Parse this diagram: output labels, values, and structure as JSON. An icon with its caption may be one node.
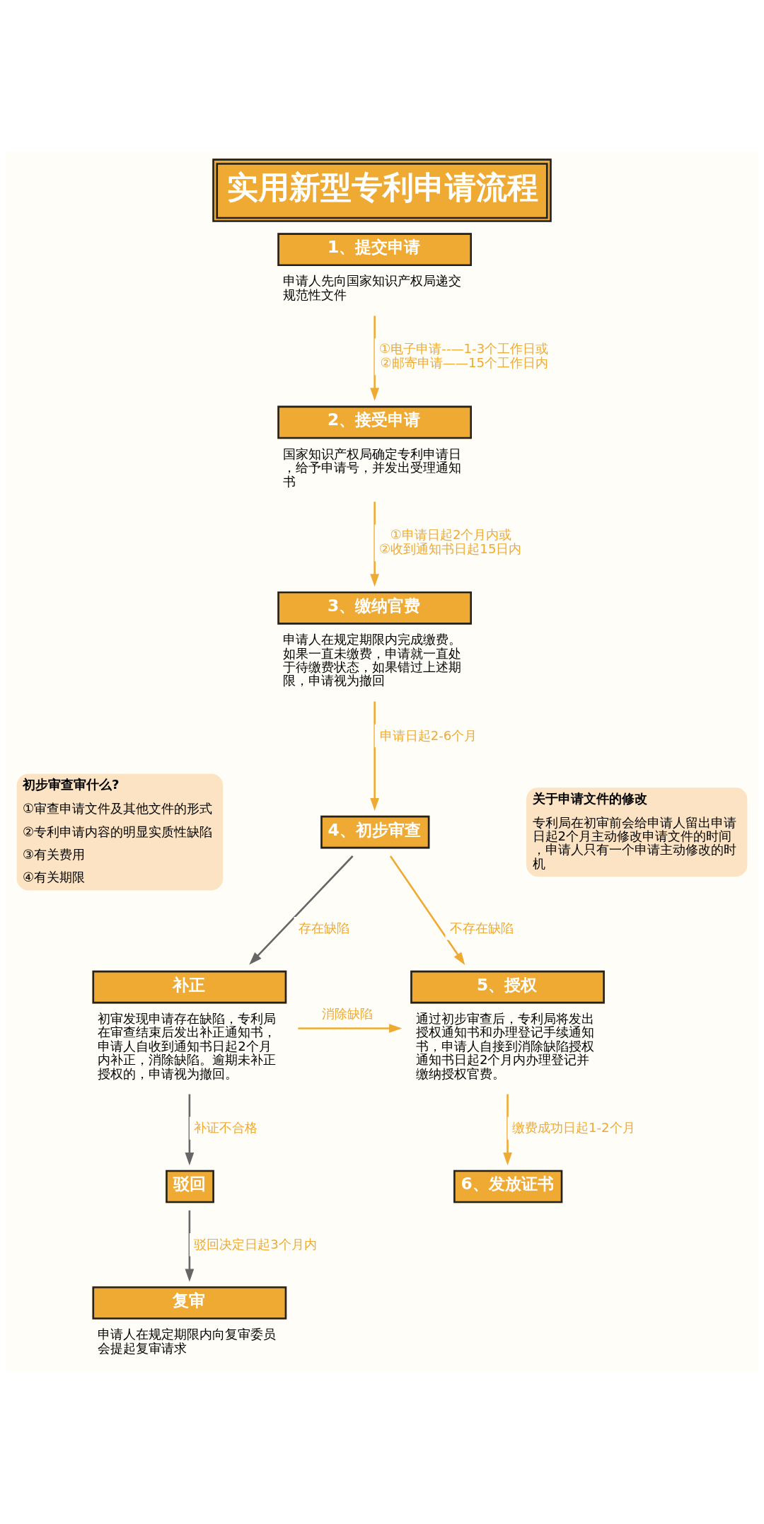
{
  "diagram": {
    "title": "实用新型专利申请流程",
    "nodes": [
      {
        "text": [
          "1、提交申请",
          "申请人先向国家知识产权局递交规范性文件"
        ]
      },
      {
        "text": [
          "2、接受申请",
          "国家知识产权局确定专利申请日，给予申请号，并发出受理通知书"
        ]
      },
      {
        "text": [
          "3、缴纳官费",
          "申请人在规定期限内完成缴费。如果一直未缴费，申请就一直处于待缴费状态，如果错过上述期限，申请视为撤回"
        ]
      },
      {
        "text": [
          "4、初步审查"
        ]
      },
      {
        "text": [
          "初步审查审什么?",
          "①审查申请文件及其他文件的形式",
          "②专利申请内容的明显实质性缺陷",
          "③有关费用",
          "④有关期限"
        ]
      },
      {
        "text": [
          "关于申请文件的修改",
          "专利局在初审前会给申请人留出申请日起2个月主动修改申请文件的时间，申请人只有一个申请主动修改的时机"
        ]
      },
      {
        "text": [
          "补正",
          "初审发现申请存在缺陷，专利局在审查结束后发出补正通知书，申请人自收到通知书日起2个月内补正，消除缺陷。逾期未补正授权的，申请视为撤回。"
        ]
      },
      {
        "text": [
          "5、授权",
          "通过初步审查后，专利局将发出授权通知书和办理登记手续通知书，申请人自接到消除缺陷授权通知书日起2个月内办理登记并缴纳授权官费。"
        ]
      },
      {
        "text": [
          "驳回"
        ]
      },
      {
        "text": [
          "复审",
          "申请人在规定期限内向复审委员会提起复审请求"
        ]
      },
      {
        "text": [
          "6、发放证书"
        ]
      }
    ],
    "edges": [
      {
        "from": 0,
        "to": 1,
        "arrow": "to",
        "label": "①电子申请--—1-3个工作日或 ②邮寄申请——15个工作日内"
      },
      {
        "from": 1,
        "to": 2,
        "arrow": "to",
        "label": "①申请日起2个月内或 ②收到通知书日起15日内"
      },
      {
        "from": 2,
        "to": 3,
        "arrow": "to",
        "label": "申请日起2-6个月"
      },
      {
        "from": 3,
        "to": 6,
        "arrow": "to",
        "label": "存在缺陷",
        "color": "#666666"
      },
      {
        "from": 3,
        "to": 7,
        "arrow": "to",
        "label": "不存在缺陷"
      },
      {
        "from": 6,
        "to": 7,
        "arrow": "to",
        "label": "消除缺陷"
      },
      {
        "from": 6,
        "to": 8,
        "arrow": "to",
        "label": "补证不合格",
        "color": "#666666"
      },
      {
        "from": 8,
        "to": 9,
        "arrow": "to",
        "label": "驳回决定日起3个月内",
        "color": "#666666"
      },
      {
        "from": 7,
        "to": 10,
        "arrow": "to",
        "label": "缴费成功日起1-2个月"
      }
    ]
  }
}
